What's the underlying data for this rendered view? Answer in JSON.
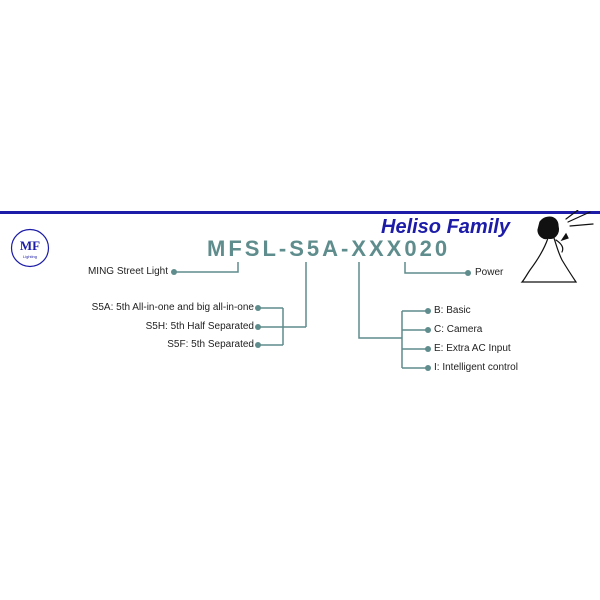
{
  "brand": "Heliso Family",
  "logo": {
    "letters": "MF",
    "caption": "Lighting"
  },
  "model_code": "MFSL-S5A-XXX020",
  "labels": {
    "series": "MING Street Light",
    "power": "Power",
    "type_options": [
      "S5A: 5th All-in-one and big all-in-one",
      "S5H: 5th Half Separated",
      "S5F: 5th Separated"
    ],
    "function_options": [
      "B: Basic",
      "C: Camera",
      "E: Extra AC Input",
      "I: Intelligent control"
    ]
  },
  "colors": {
    "accent": "#1c1ca8",
    "code": "#5f8c8c"
  }
}
